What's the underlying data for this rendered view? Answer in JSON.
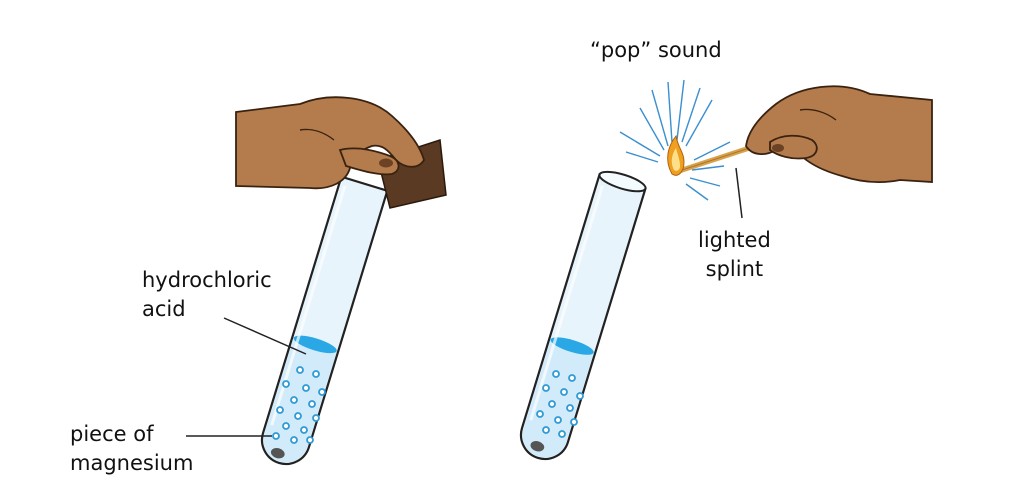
{
  "labels": {
    "hydrochloric_acid": [
      "hydrochloric",
      "acid"
    ],
    "piece_of_magnesium": [
      "piece of",
      "magnesium"
    ],
    "pop_sound": "“pop” sound",
    "lighted_splint": [
      "lighted",
      "splint"
    ]
  },
  "colors": {
    "acid": "#2aa8e6",
    "glass": "#dff0fb",
    "glass_edge": "#222222",
    "bubble": "#2f9ad6",
    "skin": "#b47c4c",
    "skin_shadow": "#7a4e2a",
    "stopper": "#5a3a22",
    "magnesium": "#555555",
    "flame": "#f0a020",
    "splint": "#d9a24a",
    "burst": "#3b8fd0"
  },
  "icons": [
    "left-hand-icon",
    "right-hand-icon",
    "rubber-stopper-icon",
    "flame-icon"
  ]
}
